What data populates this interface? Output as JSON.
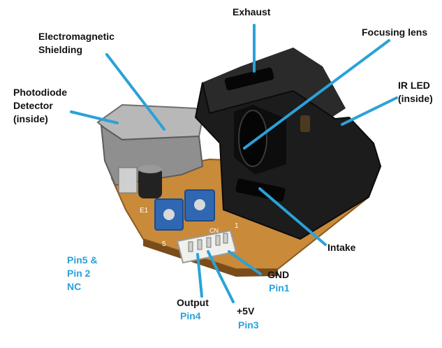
{
  "colors": {
    "label_text": "#111111",
    "pin_text": "#2aa2d8",
    "leader_line": "#2aa2d8",
    "housing": "#1c1c1c",
    "pcb": "#c98a3a",
    "shielding": "#8f8f8f",
    "potentiometer": "#2f67b3",
    "connector": "#f0f0ec"
  },
  "labels": {
    "exhaust": "Exhaust",
    "focusing_lens": "Focusing lens",
    "em_shielding": "Electromagnetic\nShielding",
    "photodiode": "Photodiode\nDetector\n(inside)",
    "ir_led": "IR LED\n(inside)",
    "intake": "Intake",
    "pin_nc": "Pin5 &\nPin 2\nNC",
    "gnd": "GND",
    "pin1": "Pin1",
    "output": "Output",
    "pin4": "Pin4",
    "plus5v": "+5V",
    "pin3": "Pin3"
  },
  "board_markings": {
    "e1": "E1",
    "five": "5",
    "cn": "CN",
    "one": "1"
  }
}
